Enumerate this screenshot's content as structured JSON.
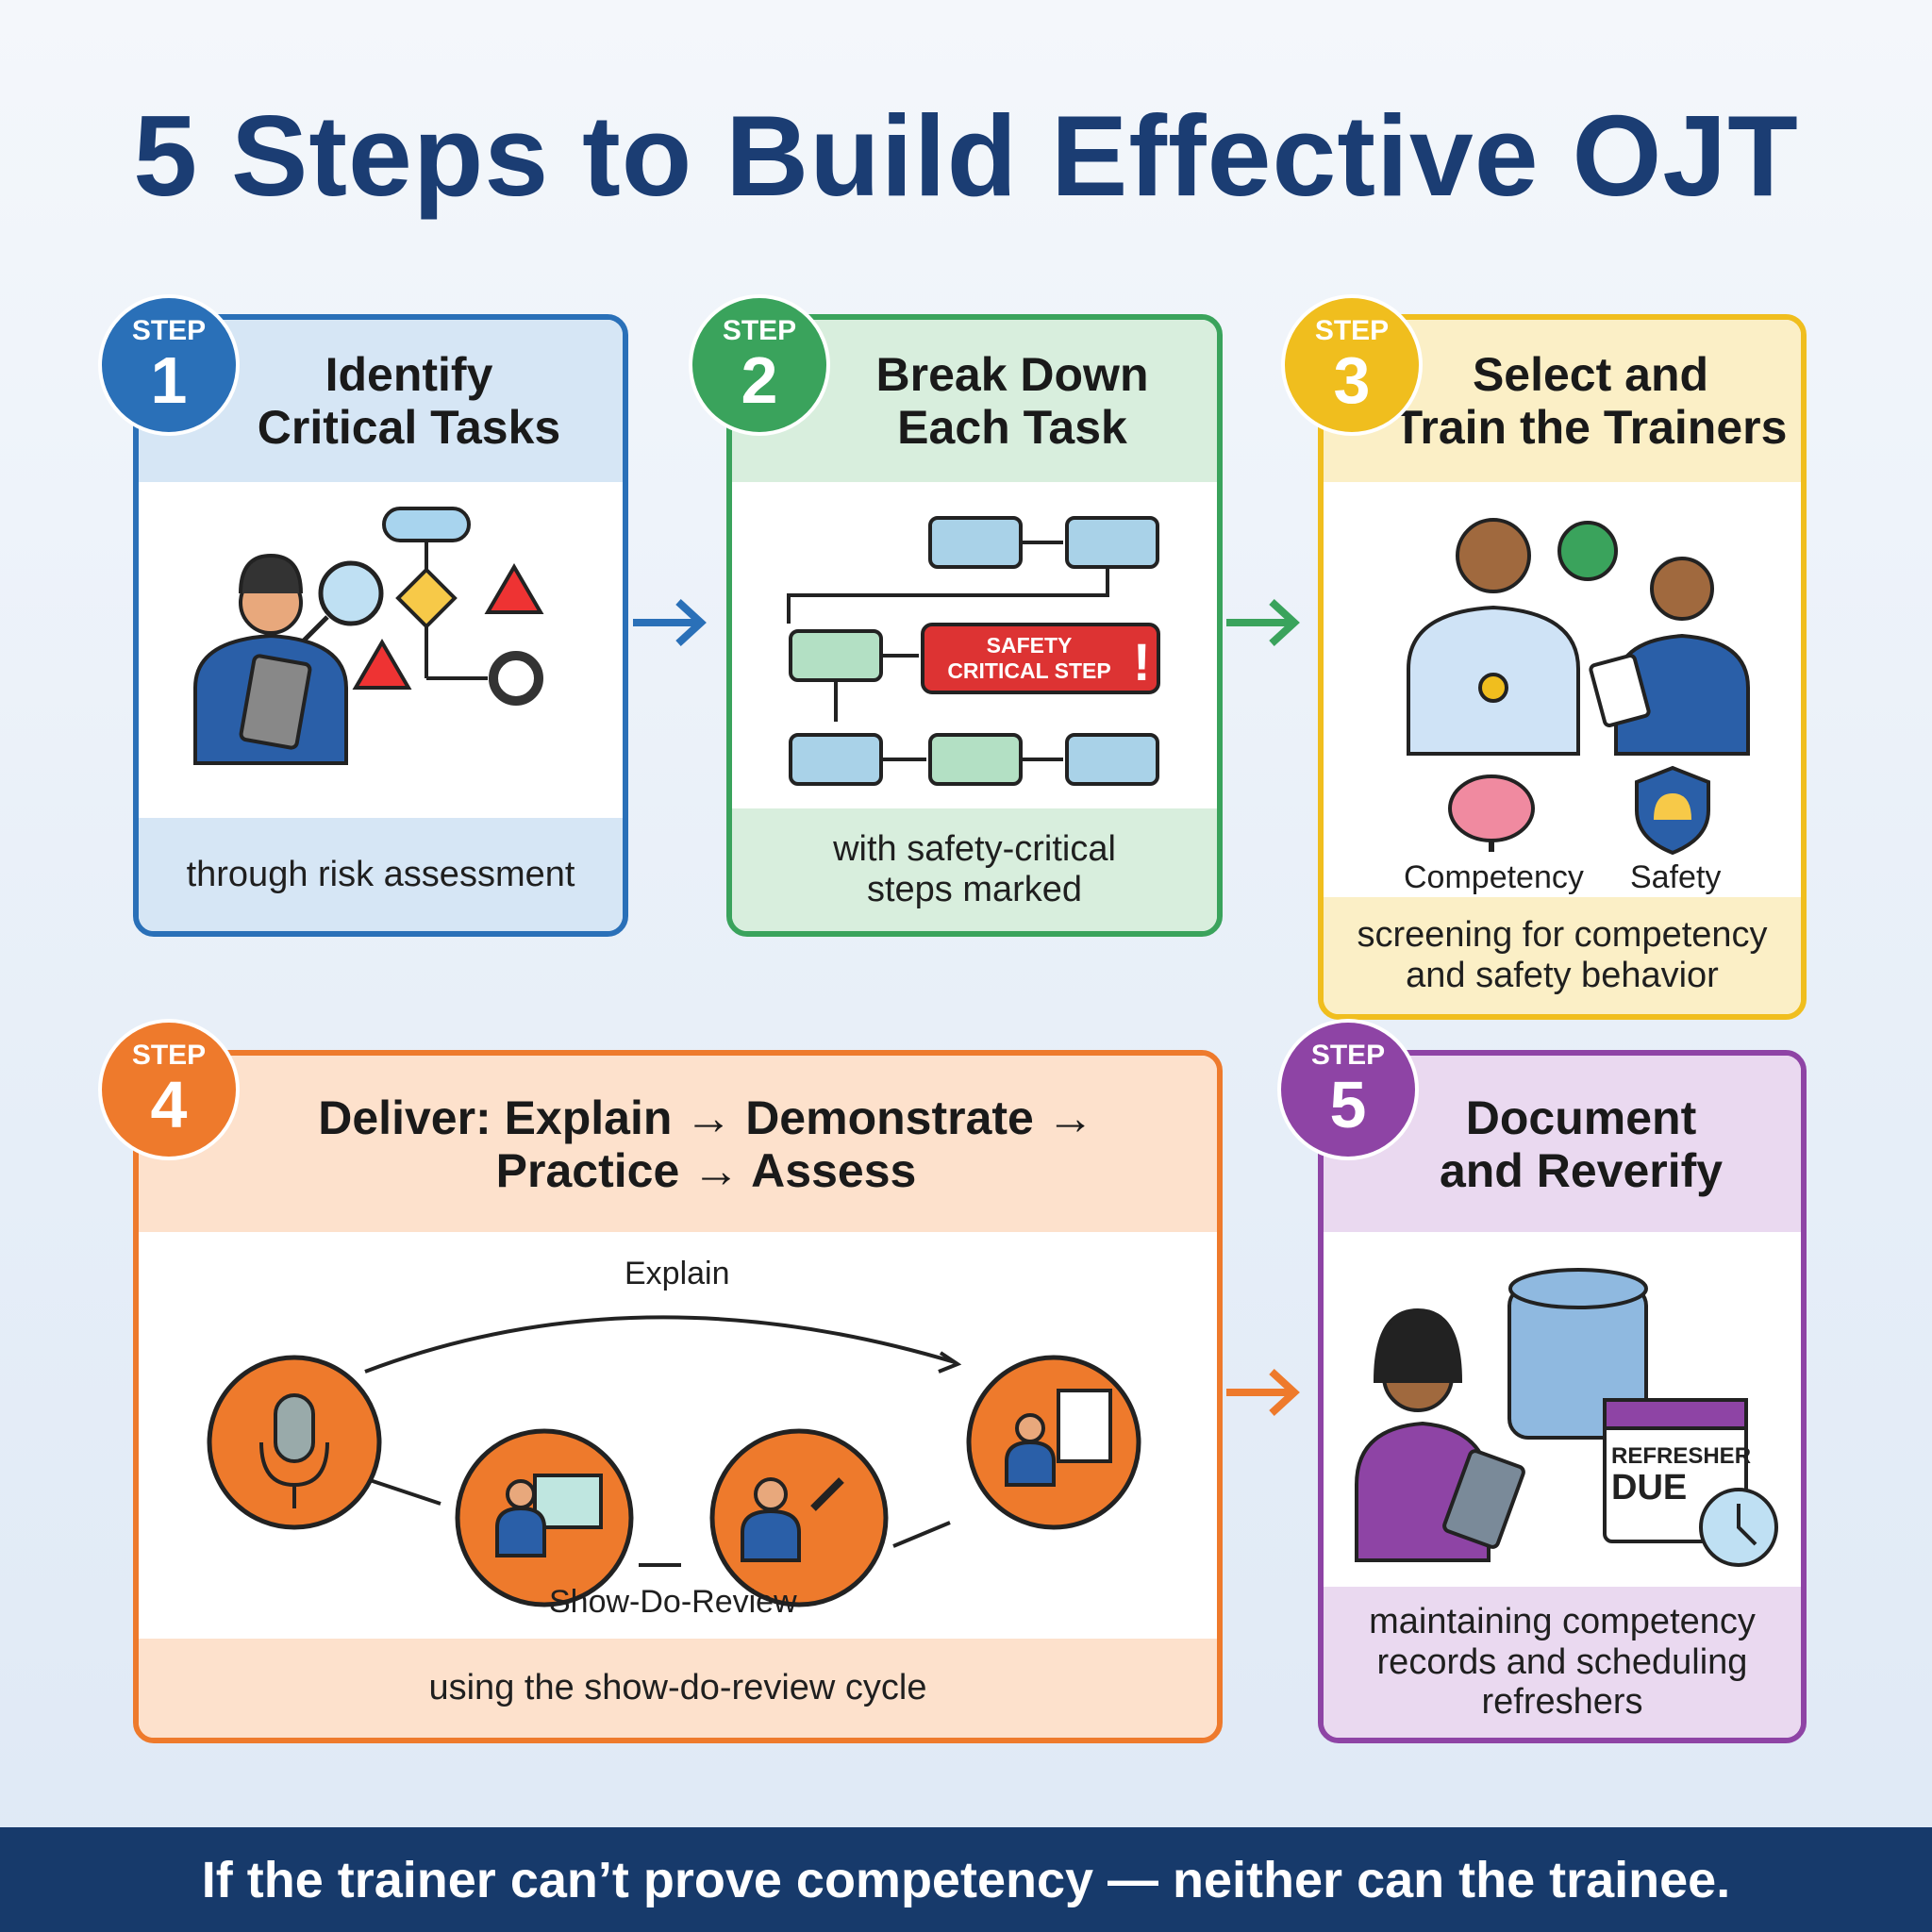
{
  "title": "5 Steps to Build Effective OJT",
  "step_word": "STEP",
  "steps": [
    {
      "number": "1",
      "title_l1": "Identify",
      "title_l2": "Critical Tasks",
      "caption": "through risk assessment",
      "color": "#2a70b8"
    },
    {
      "number": "2",
      "title_l1": "Break Down",
      "title_l2": "Each Task",
      "caption_l1": "with safety-critical",
      "caption_l2": "steps marked",
      "safety_label_l1": "SAFETY",
      "safety_label_l2": "CRITICAL STEP",
      "color": "#3aa35c"
    },
    {
      "number": "3",
      "title_l1": "Select and",
      "title_l2": "Train the Trainers",
      "icon_label_1": "Competency",
      "icon_label_2": "Safety",
      "caption_l1": "screening for competency",
      "caption_l2": "and safety behavior",
      "color": "#f0be1e"
    },
    {
      "number": "4",
      "title_l1": "Deliver: Explain → Demonstrate →",
      "title_l2": "Practice → Assess",
      "cycle_top": "Explain",
      "cycle_bottom": "Show-Do-Review",
      "caption": "using the show-do-review cycle",
      "color": "#ee7a2c"
    },
    {
      "number": "5",
      "title_l1": "Document",
      "title_l2": "and Reverify",
      "calendar_l1": "REFRESHER",
      "calendar_l2": "DUE",
      "caption_l1": "maintaining competency",
      "caption_l2": "records and scheduling",
      "caption_l3": "refreshers",
      "color": "#8e44a5"
    }
  ],
  "footer": "If the trainer can’t prove competency — neither can the trainee."
}
